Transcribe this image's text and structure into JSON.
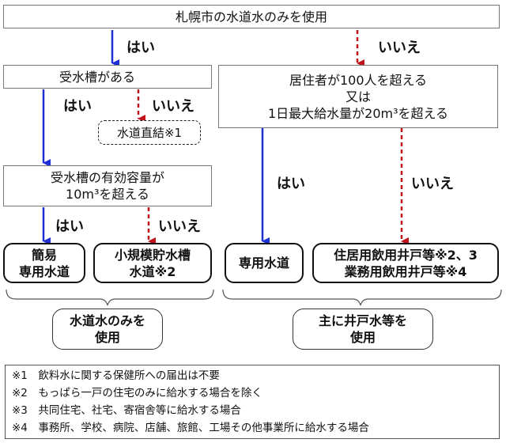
{
  "boxes": {
    "top": "札幌市の水道水のみを使用",
    "tank": "受水槽がある",
    "direct": "水道直結※1",
    "resident_l1": "居住者が100人を超える",
    "resident_l2": "又は",
    "resident_l3": "1日最大給水量が20m³を超える",
    "capacity_l1": "受水槽の有効容量が",
    "capacity_l2": "10m³を超える",
    "simple_l1": "簡易",
    "simple_l2": "専用水道",
    "small_l1": "小規模貯水槽",
    "small_l2": "水道※2",
    "dedicated": "専用水道",
    "wells_l1": "住居用飲用井戸等※2、3",
    "wells_l2": "業務用飲用井戸等※4",
    "summary_left_l1": "水道水のみを",
    "summary_left_l2": "使用",
    "summary_right_l1": "主に井戸水等を",
    "summary_right_l2": "使用"
  },
  "labels": {
    "yes": "はい",
    "no": "いいえ"
  },
  "notes": [
    "※1　飲料水に関する保健所への届出は不要",
    "※2　もっぱら一戸の住宅のみに給水する場合を除く",
    "※3　共同住宅、社宅、寄宿舎等に給水する場合",
    "※4　事務所、学校、病院、店舗、旅館、工場その他事業所に給水する場合"
  ],
  "colors": {
    "yes_arrow": "#1f2fd6",
    "no_arrow": "#c0141c"
  }
}
